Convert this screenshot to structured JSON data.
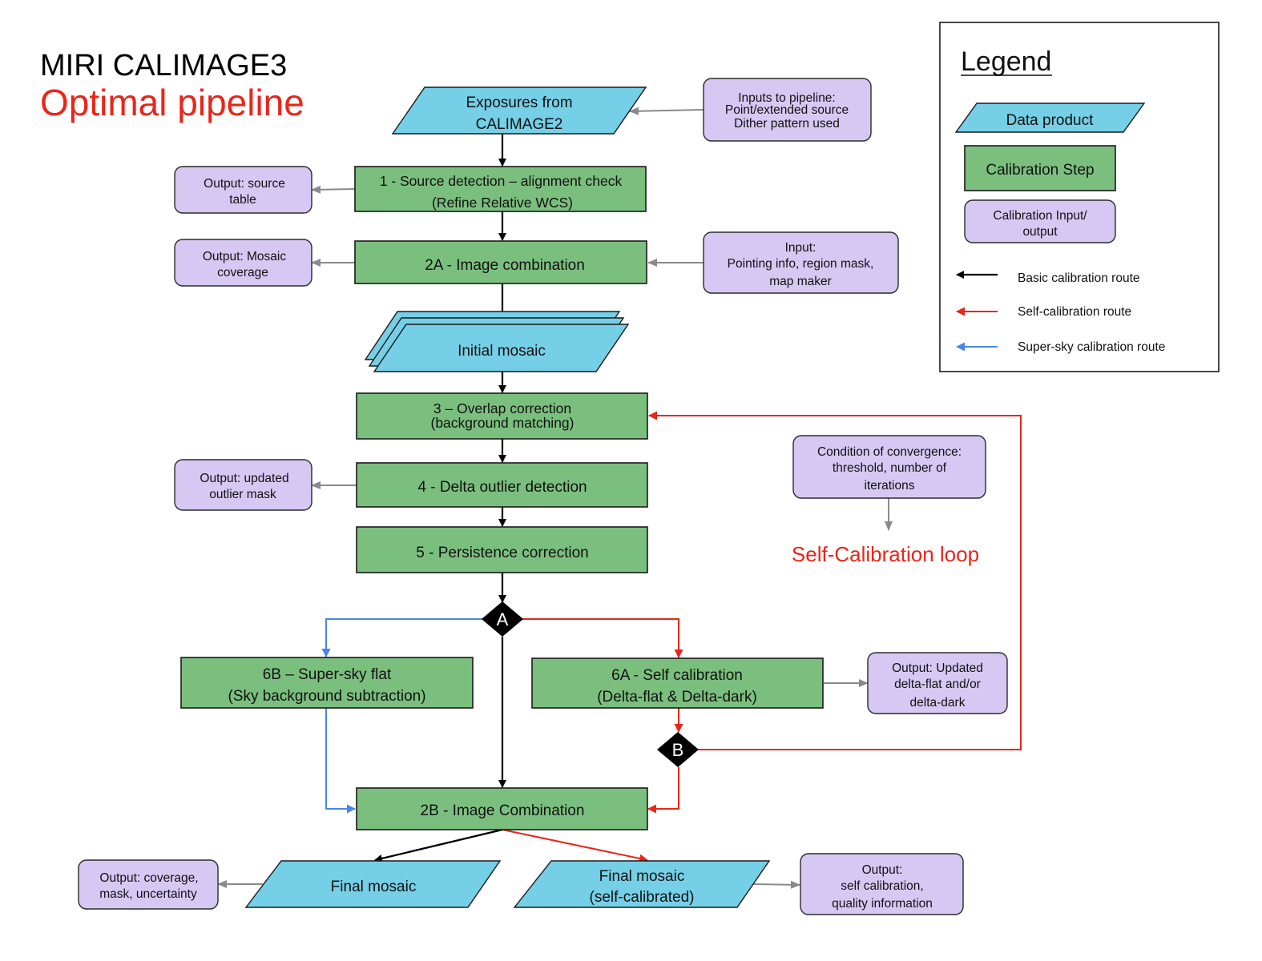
{
  "title": {
    "line1": "MIRI CALIMAGE3",
    "line2": "Optimal pipeline"
  },
  "data_products": {
    "exposures": [
      "Exposures from",
      "CALIMAGE2"
    ],
    "initial_mosaic": "Initial mosaic",
    "final_mosaic": "Final mosaic",
    "final_mosaic_selfcal": [
      "Final mosaic",
      "(self-calibrated)"
    ]
  },
  "steps": {
    "s1": [
      "1 - Source detection – alignment check",
      "(Refine Relative WCS)"
    ],
    "s2a": "2A - Image combination",
    "s3": [
      "3 – Overlap correction",
      "(background matching)"
    ],
    "s4": "4 - Delta outlier detection",
    "s5": "5  - Persistence correction",
    "s6b": [
      "6B – Super-sky flat",
      "(Sky background subtraction)"
    ],
    "s6a": [
      "6A - Self calibration",
      "(Delta-flat & Delta-dark)"
    ],
    "s2b": "2B - Image Combination"
  },
  "io": {
    "inputs_pipeline": [
      "Inputs to pipeline:",
      "Point/extended source",
      "Dither pattern used"
    ],
    "out_source_table": [
      "Output: source",
      "table"
    ],
    "out_mosaic_cov": [
      "Output: Mosaic",
      "coverage"
    ],
    "input_pointing": [
      "Input:",
      "Pointing info, region mask,",
      "map maker"
    ],
    "out_outlier": [
      "Output: updated",
      "outlier mask"
    ],
    "convergence": [
      "Condition of convergence:",
      "threshold, number of",
      "iterations"
    ],
    "out_deltaflat": [
      "Output: Updated",
      "delta-flat and/or",
      "delta-dark"
    ],
    "out_coverage": [
      "Output: coverage,",
      "mask, uncertainty"
    ],
    "out_selfcal": [
      "Output:",
      "self calibration,",
      "quality information"
    ]
  },
  "decisions": {
    "a": "A",
    "b": "B"
  },
  "loop_label": "Self-Calibration loop",
  "legend": {
    "title": "Legend",
    "data_product": "Data product",
    "calibration_step": "Calibration Step",
    "calibration_io": [
      "Calibration Input/",
      "output"
    ],
    "routes": [
      {
        "label": "Basic calibration route",
        "color": "#000000"
      },
      {
        "label": "Self-calibration route",
        "color": "#e8261a"
      },
      {
        "label": "Super-sky calibration route",
        "color": "#4a86e8"
      }
    ]
  },
  "colors": {
    "step": "#7bbf7e",
    "io": "#d6c8f2",
    "data": "#75cfe6",
    "basic": "#000000",
    "self": "#e8261a",
    "supersky": "#4a86e8",
    "output_arrow": "#8a8a8a"
  }
}
